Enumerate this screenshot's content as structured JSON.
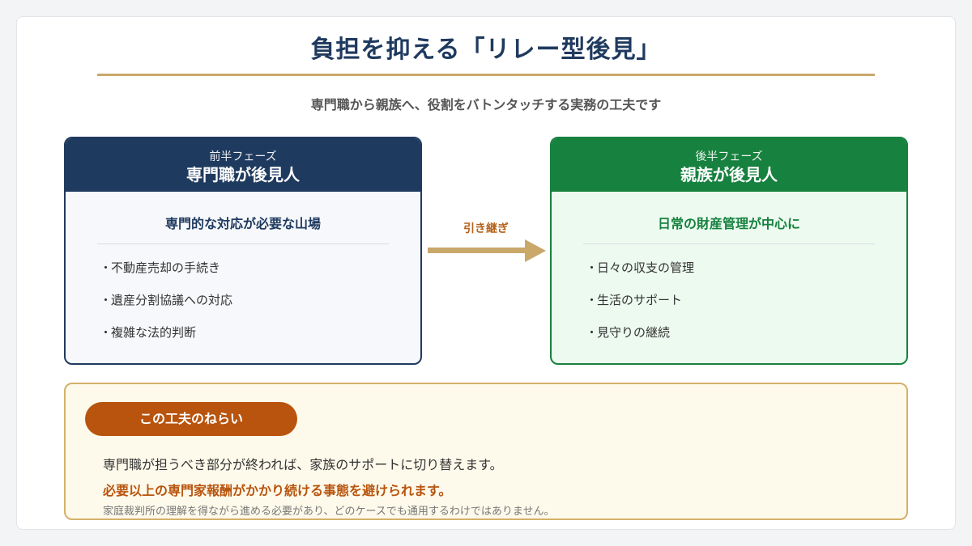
{
  "header": {
    "title": "負担を抑える「リレー型後見」",
    "subtitle": "専門職から親族へ、役割をバトンタッチする実務の工夫です"
  },
  "phases": [
    {
      "tag": "前半フェーズ",
      "name": "専門職が後見人",
      "focus": "専門的な対応が必要な山場",
      "items": [
        "不動産売却の手続き",
        "遺産分割協議への対応",
        "複雑な法的判断"
      ]
    },
    {
      "tag": "後半フェーズ",
      "name": "親族が後見人",
      "focus": "日常の財産管理が中心に",
      "items": [
        "日々の収支の管理",
        "生活のサポート",
        "見守りの継続"
      ]
    }
  ],
  "handoff": {
    "label": "引き継ぎ",
    "arrow_icon": "arrow-right-icon"
  },
  "aim": {
    "badge": "この工夫のねらい",
    "line1": "専門職が担うべき部分が終われば、家族のサポートに切り替えます。",
    "line2": "必要以上の専門家報酬がかかり続ける事態を避けられます。",
    "note": "家庭裁判所の理解を得ながら進める必要があり、どのケースでも通用するわけではありません。"
  },
  "bullet": "・",
  "colors": {
    "navy": "#1f3a5f",
    "green": "#17813f",
    "gold": "#c9a86a",
    "accent_orange": "#b8540e"
  }
}
